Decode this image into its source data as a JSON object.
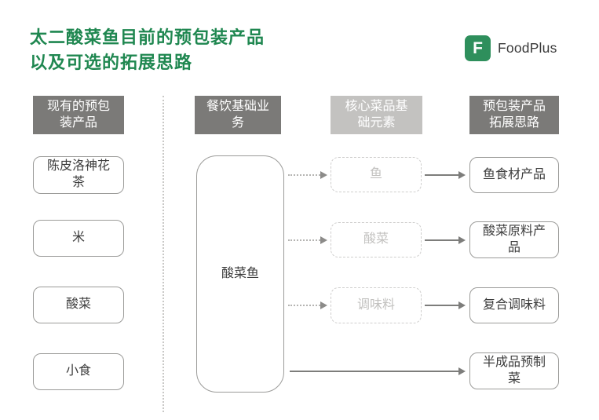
{
  "title": {
    "line1": "太二酸菜鱼目前的预包装产品",
    "line2": "以及可选的拓展思路"
  },
  "logo": {
    "monogram": "F",
    "brand": "FoodPlus"
  },
  "columns": [
    {
      "id": "existing-prepackaged-products",
      "header": "现有的预包装产品",
      "items": [
        "陈皮洛神花茶",
        "米",
        "酸菜",
        "小食"
      ]
    },
    {
      "id": "restaurant-base-business",
      "header": "餐饮基础业务",
      "items": [
        "酸菜鱼"
      ]
    },
    {
      "id": "core-dish-base-elements",
      "header": "核心菜品基础元素",
      "items": [
        "鱼",
        "酸菜",
        "调味料"
      ]
    },
    {
      "id": "prepackaged-expansion-ideas",
      "header": "预包装产品拓展思路",
      "items": [
        "鱼食材产品",
        "酸菜原料产品",
        "复合调味料",
        "半成品预制菜"
      ]
    }
  ],
  "colors": {
    "title_green": "#1f8750",
    "logo_green": "#2e8f5c",
    "header_dark_gray": "#7b7a78",
    "header_light_gray": "#c3c2c0",
    "node_border_gray": "#9b9b99",
    "ghost_border_gray": "#cfcecd",
    "ghost_text_gray": "#c2c1bf",
    "arrow_gray": "#7d7d7b",
    "text_dark": "#3c3c3c",
    "background": "#ffffff"
  }
}
